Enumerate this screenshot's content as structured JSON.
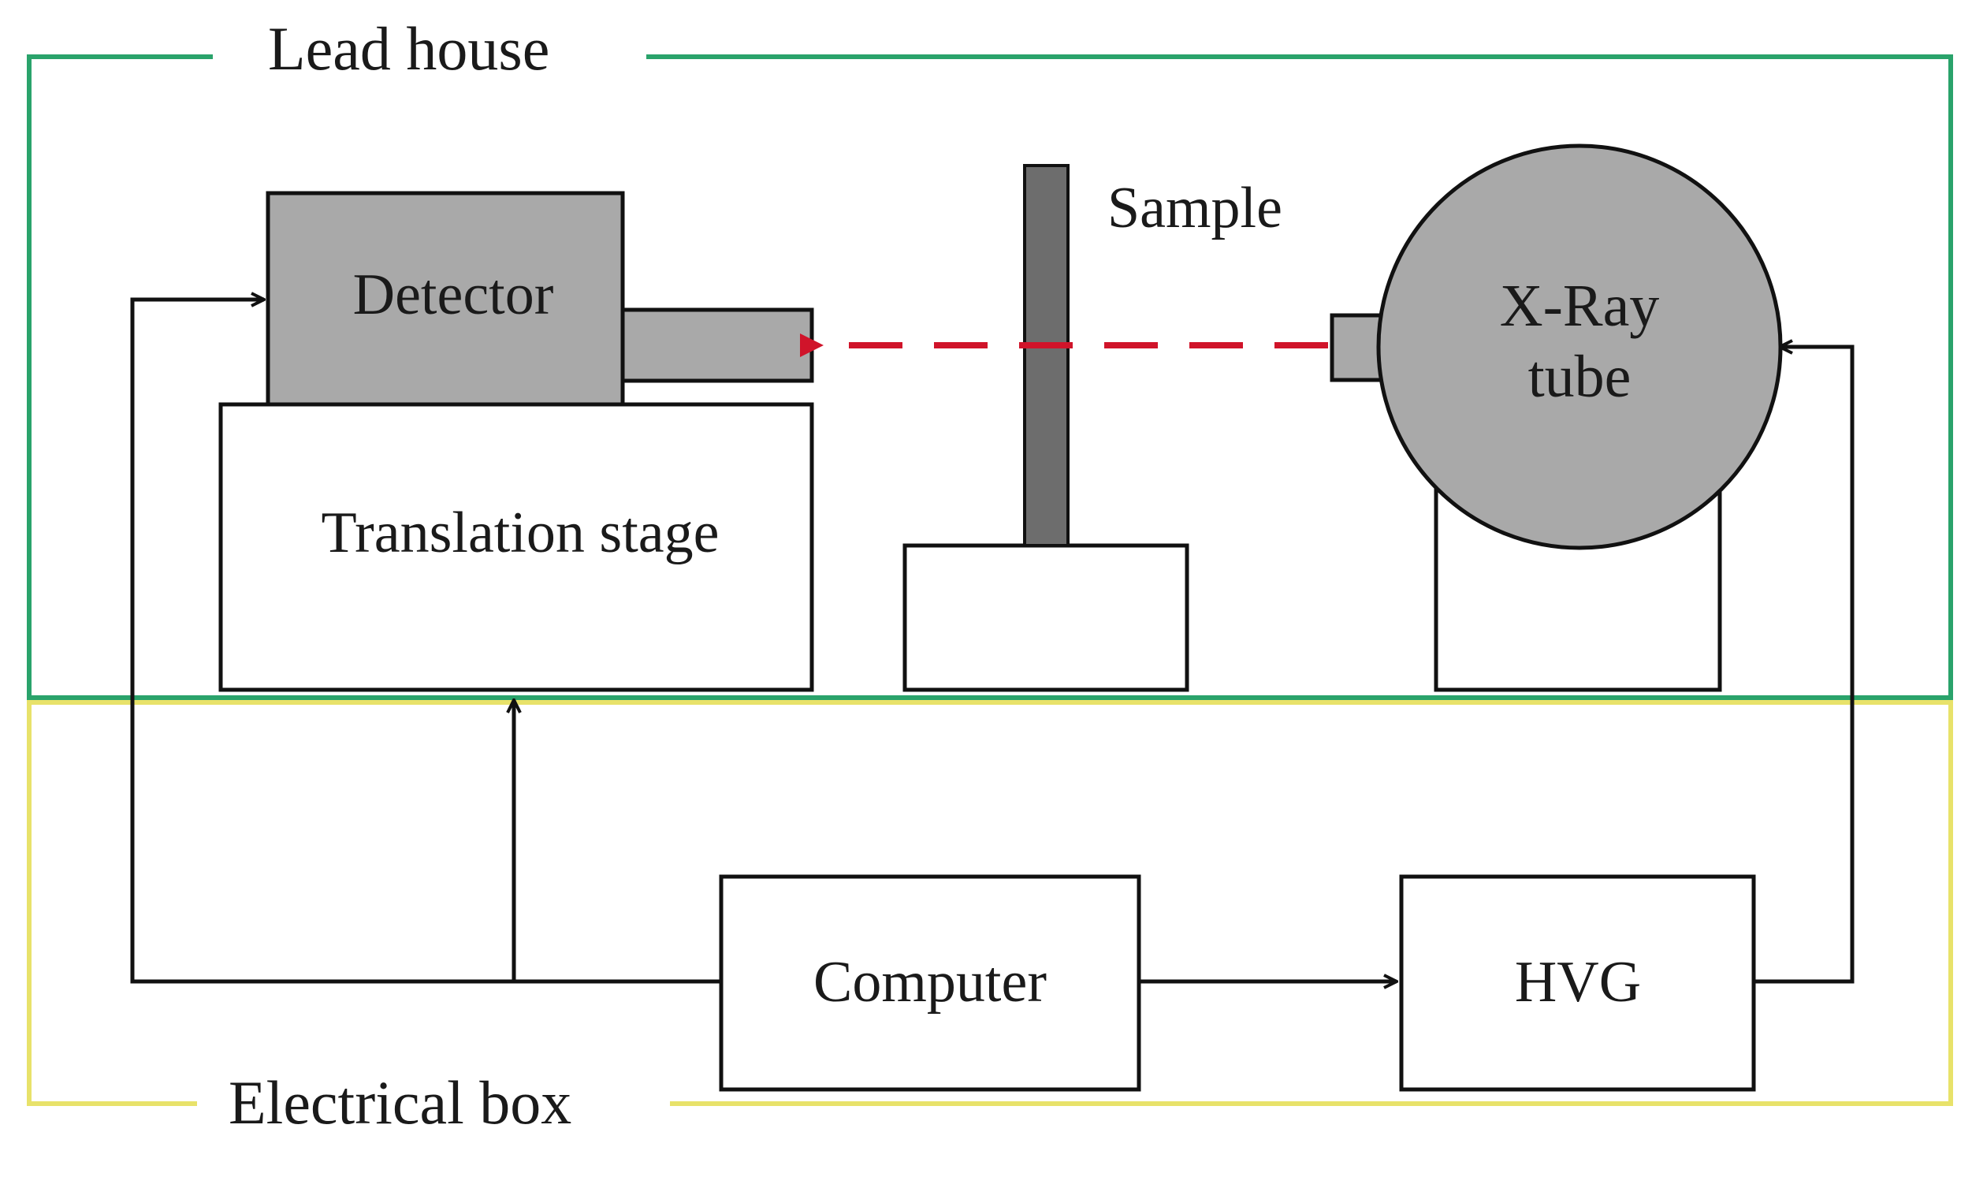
{
  "regions": {
    "lead_house": {
      "label": "Lead house",
      "color": "#2aa36b"
    },
    "electrical_box": {
      "label": "Electrical box",
      "color": "#e8e26a"
    }
  },
  "components": {
    "detector": "Detector",
    "translation_stage": "Translation stage",
    "sample": "Sample",
    "xray_tube_line1": "X-Ray",
    "xray_tube_line2": "tube",
    "computer": "Computer",
    "hvg": "HVG"
  },
  "colors": {
    "component_fill_gray": "#a9a9a9",
    "sample_rod": "#6d6d6d",
    "beam": "#d0142a",
    "line": "#111111"
  }
}
